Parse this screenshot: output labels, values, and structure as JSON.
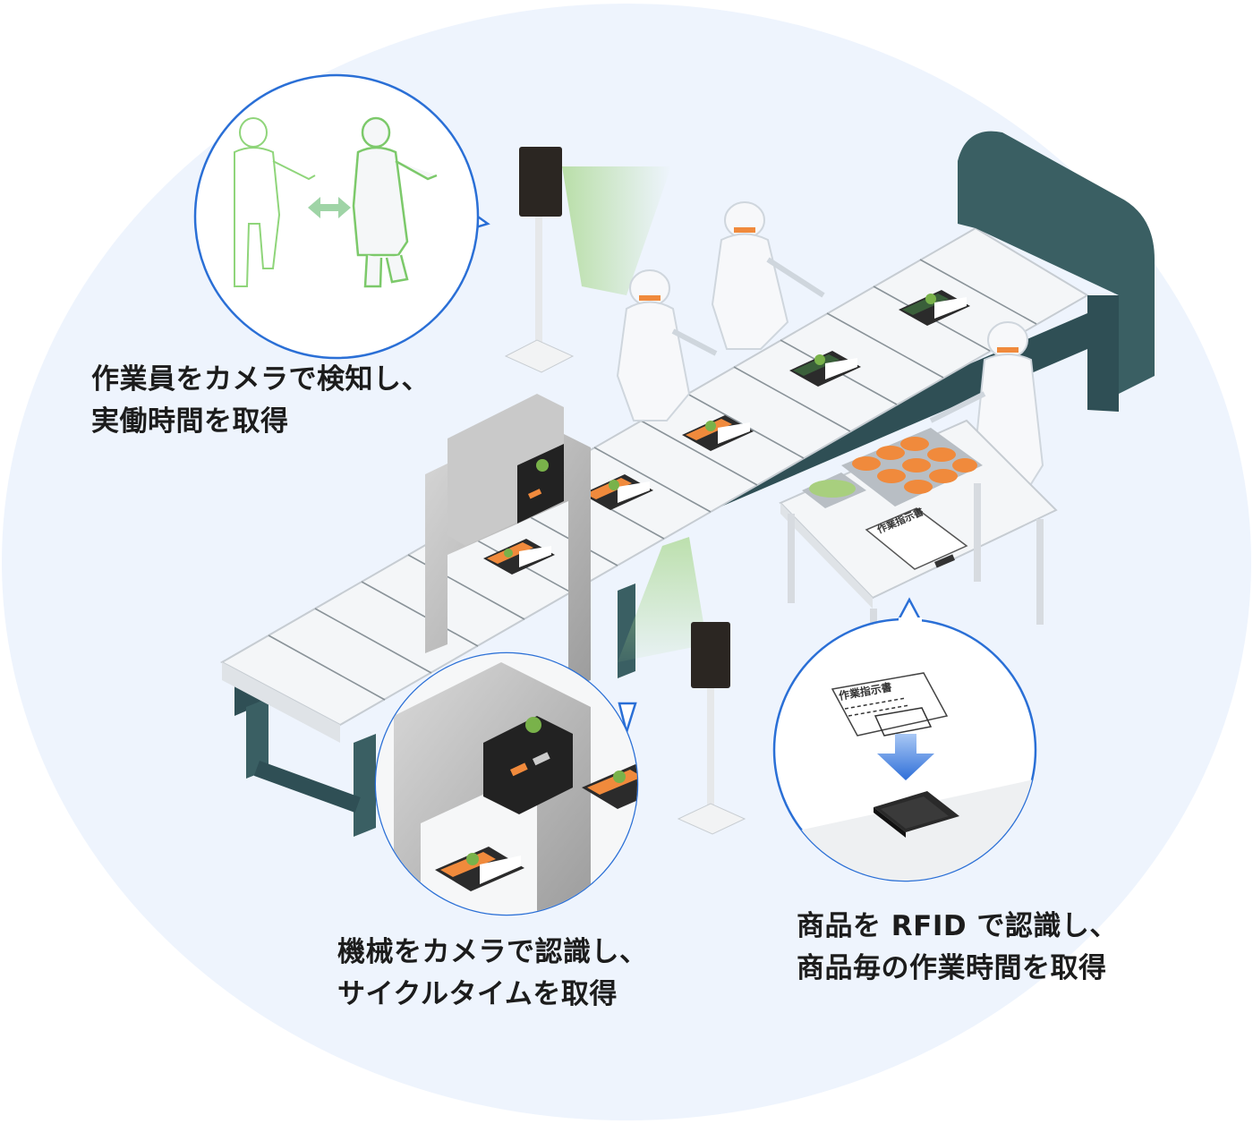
{
  "captions": {
    "worker": {
      "line1": "作業員をカメラで検知し、",
      "line2": "実働時間を取得"
    },
    "machine": {
      "line1": "機械をカメラで認識し、",
      "line2": "サイクルタイムを取得"
    },
    "rfid": {
      "line1": "商品を RFID で認識し、",
      "line2": "商品毎の作業時間を取得"
    }
  },
  "sheet": {
    "label": "作業指示書"
  },
  "colors": {
    "background_blob": "#eef4fd",
    "callout_border": "#2a6fd6",
    "camera_beam": "#a9d88e",
    "worker_outline": "#7cc96a",
    "conveyor_hood": "#3a5f63",
    "conveyor_frame": "#2f4f55",
    "food_orange": "#f08a3c",
    "food_green": "#79b24a",
    "arrow_blue": "#3f7fe0"
  },
  "icons": [
    "camera-icon",
    "worker-icon",
    "double-arrow-icon",
    "rfid-reader-icon",
    "down-arrow-icon",
    "document-icon"
  ]
}
